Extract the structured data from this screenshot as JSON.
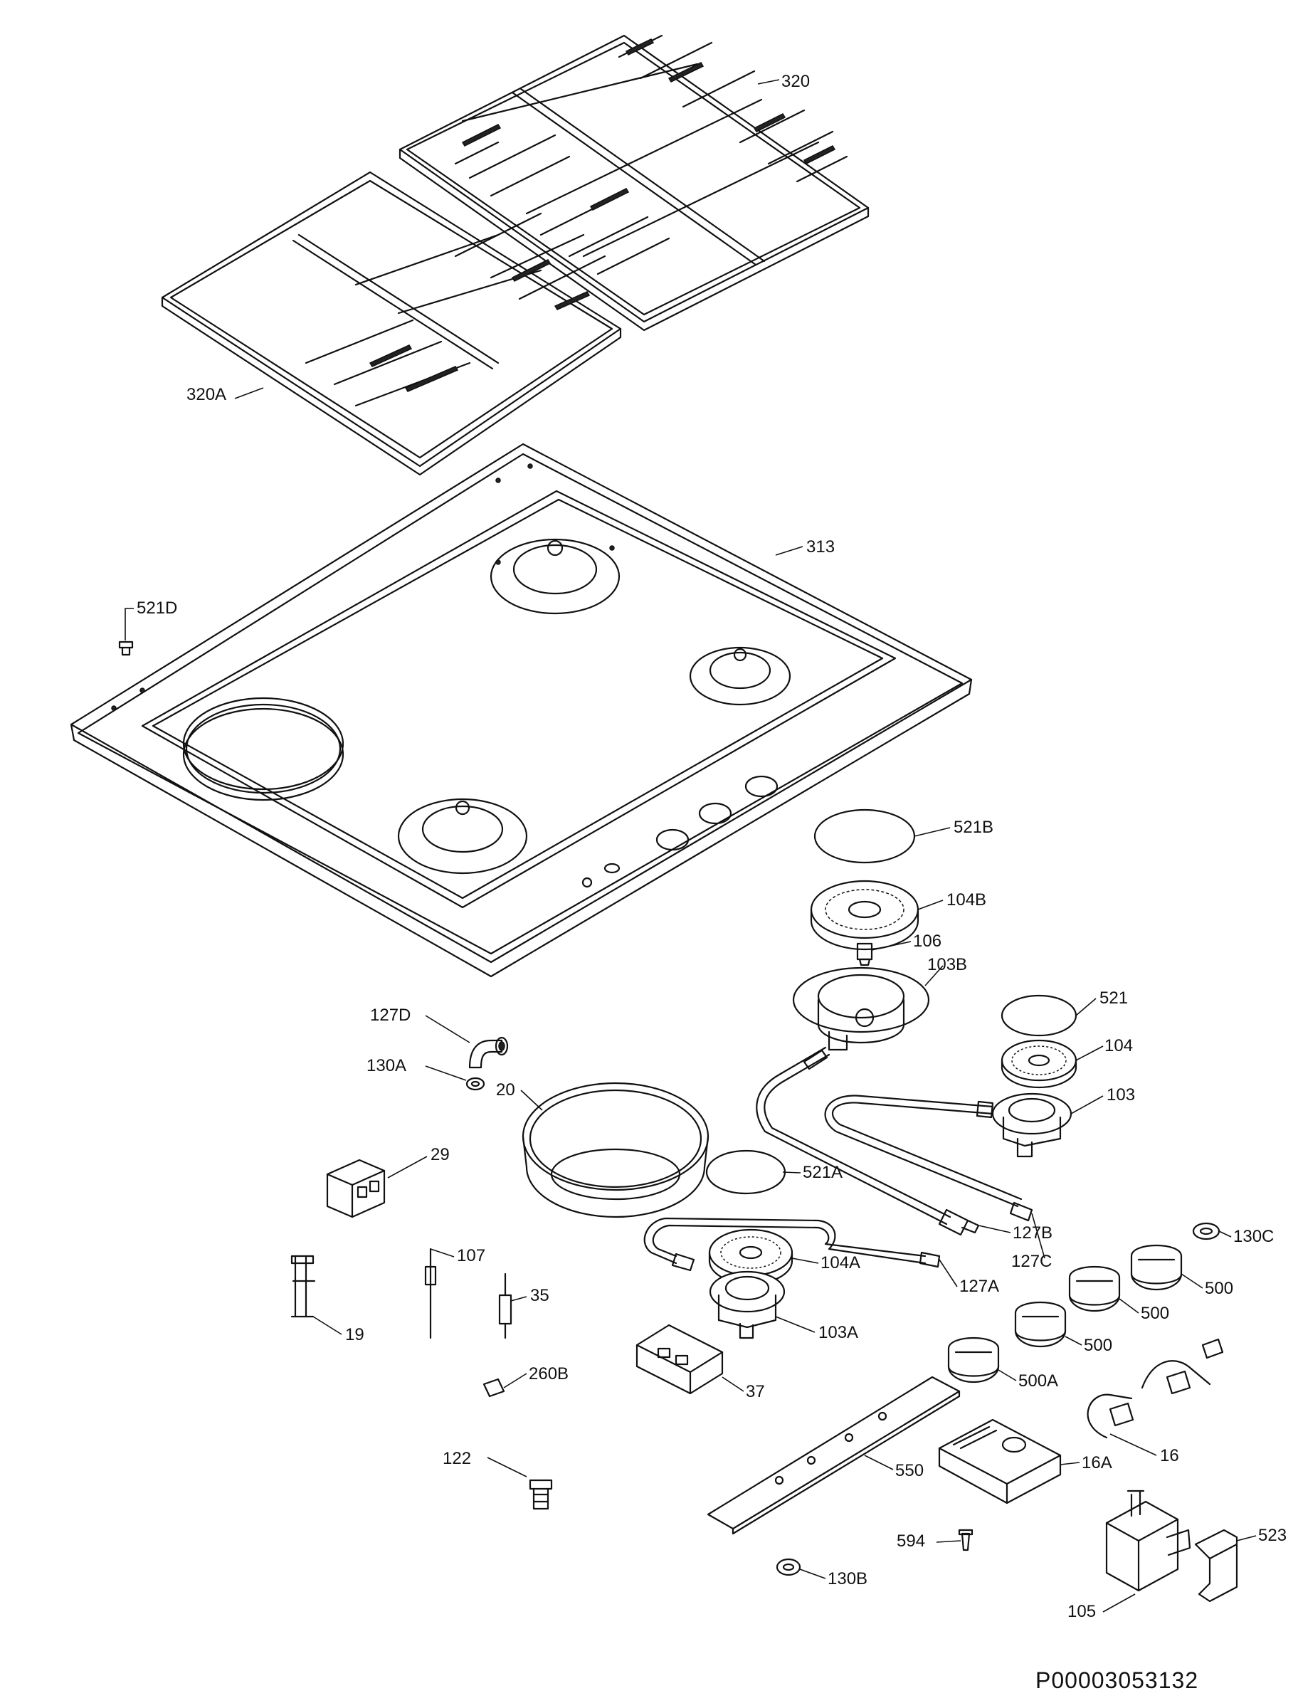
{
  "diagram": {
    "document_id": "P00003053132",
    "parts": [
      {
        "id": "p320",
        "label": "320"
      },
      {
        "id": "p320a",
        "label": "320A"
      },
      {
        "id": "p313",
        "label": "313"
      },
      {
        "id": "p521d",
        "label": "521D"
      },
      {
        "id": "p521b",
        "label": "521B"
      },
      {
        "id": "p104b",
        "label": "104B"
      },
      {
        "id": "p106",
        "label": "106"
      },
      {
        "id": "p103b",
        "label": "103B"
      },
      {
        "id": "p521",
        "label": "521"
      },
      {
        "id": "p104",
        "label": "104"
      },
      {
        "id": "p103",
        "label": "103"
      },
      {
        "id": "p127d",
        "label": "127D"
      },
      {
        "id": "p130a",
        "label": "130A"
      },
      {
        "id": "p20",
        "label": "20"
      },
      {
        "id": "p29",
        "label": "29"
      },
      {
        "id": "p521a",
        "label": "521A"
      },
      {
        "id": "p127b",
        "label": "127B"
      },
      {
        "id": "p130c",
        "label": "130C"
      },
      {
        "id": "p104a",
        "label": "104A"
      },
      {
        "id": "p127c",
        "label": "127C"
      },
      {
        "id": "p127a",
        "label": "127A"
      },
      {
        "id": "p107",
        "label": "107"
      },
      {
        "id": "p35",
        "label": "35"
      },
      {
        "id": "p19",
        "label": "19"
      },
      {
        "id": "p103a",
        "label": "103A"
      },
      {
        "id": "p500_1",
        "label": "500"
      },
      {
        "id": "p500_2",
        "label": "500"
      },
      {
        "id": "p500_3",
        "label": "500"
      },
      {
        "id": "p500a",
        "label": "500A"
      },
      {
        "id": "p260b",
        "label": "260B"
      },
      {
        "id": "p37",
        "label": "37"
      },
      {
        "id": "p16",
        "label": "16"
      },
      {
        "id": "p122",
        "label": "122"
      },
      {
        "id": "p550",
        "label": "550"
      },
      {
        "id": "p16a",
        "label": "16A"
      },
      {
        "id": "p594",
        "label": "594"
      },
      {
        "id": "p523",
        "label": "523"
      },
      {
        "id": "p130b",
        "label": "130B"
      },
      {
        "id": "p105",
        "label": "105"
      }
    ]
  }
}
